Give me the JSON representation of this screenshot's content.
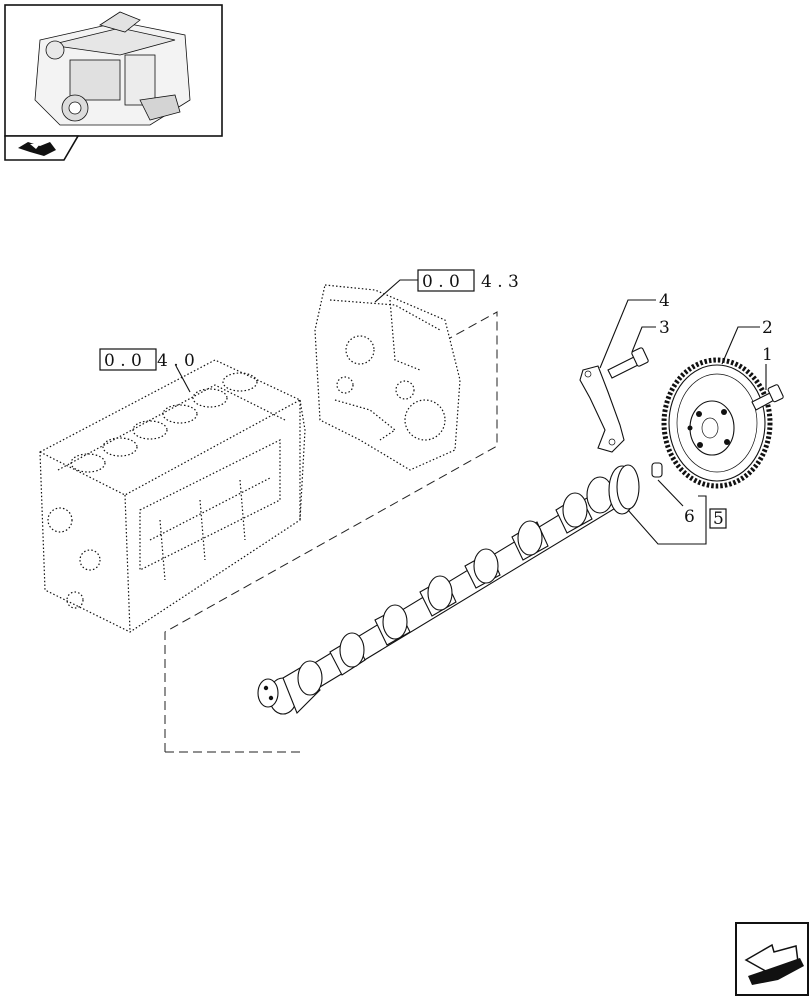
{
  "references": {
    "crankcase_ref": {
      "boxed": "0 . 0",
      "rest": "4 . 0"
    },
    "cover_ref": {
      "boxed": "0 . 0",
      "rest": "4 . 3"
    }
  },
  "callouts": [
    {
      "id": "1",
      "text": "1"
    },
    {
      "id": "2",
      "text": "2"
    },
    {
      "id": "3",
      "text": "3"
    },
    {
      "id": "4",
      "text": "4"
    },
    {
      "id": "5",
      "text": "5",
      "boxed": true
    },
    {
      "id": "6",
      "text": "6"
    }
  ],
  "icons": {
    "thumbnail": "engine-thumbnail-icon",
    "section": "section-tab-icon",
    "next_page": "next-page-arrow-icon"
  }
}
